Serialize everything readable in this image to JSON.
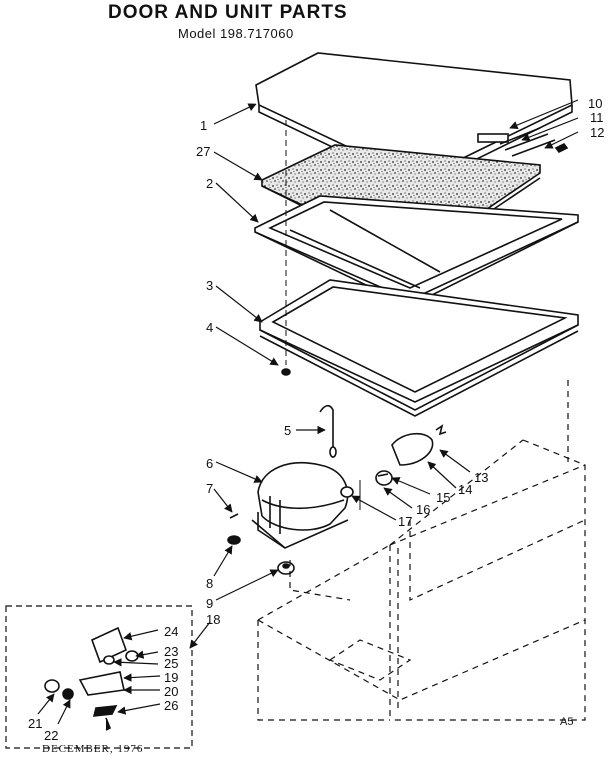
{
  "header": {
    "title": "DOOR AND UNIT PARTS",
    "model": "Model 198.717060"
  },
  "footer": {
    "date": "DECEMBER, 1976",
    "code": "A5"
  },
  "callouts": [
    "1",
    "27",
    "2",
    "3",
    "4",
    "5",
    "6",
    "7",
    "8",
    "9",
    "10",
    "11",
    "12",
    "13",
    "14",
    "15",
    "16",
    "17",
    "18",
    "19",
    "20",
    "21",
    "22",
    "23",
    "24",
    "25",
    "26"
  ]
}
